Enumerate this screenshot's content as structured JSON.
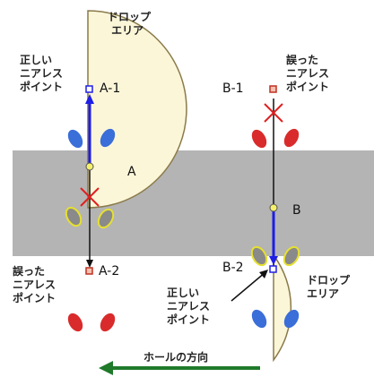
{
  "labels": {
    "drop_area_top": "ドロップ\n エリア",
    "drop_area_bottom": "ドロップ\nエリア",
    "correct_point_a": "正しい\nニアレス\nポイント",
    "wrong_point_a": "誤った\nニアレス\nポイント",
    "wrong_point_b": "誤った\nニアレス\nポイント",
    "correct_point_b": "正しい\nニアレス\nポイント",
    "point_a1": "A-1",
    "point_a": "A",
    "point_a2": "A-2",
    "point_b1": "B-1",
    "point_b": "B",
    "point_b2": "B-2",
    "hole_direction": "ホールの方向"
  },
  "colors": {
    "fairway_band": "#b4b4b4",
    "drop_area_fill": "#fbf6d8",
    "drop_area_stroke": "#8a7a4a",
    "correct_path": "#1e1ee6",
    "wrong_mark": "#e02020",
    "arrow_direction": "#1f7a2a",
    "shoe_blue": "#3a6ed8",
    "shoe_red": "#d92b2b",
    "shoe_gray": "#8a8a8a",
    "outline_yellow": "#e6e030"
  }
}
